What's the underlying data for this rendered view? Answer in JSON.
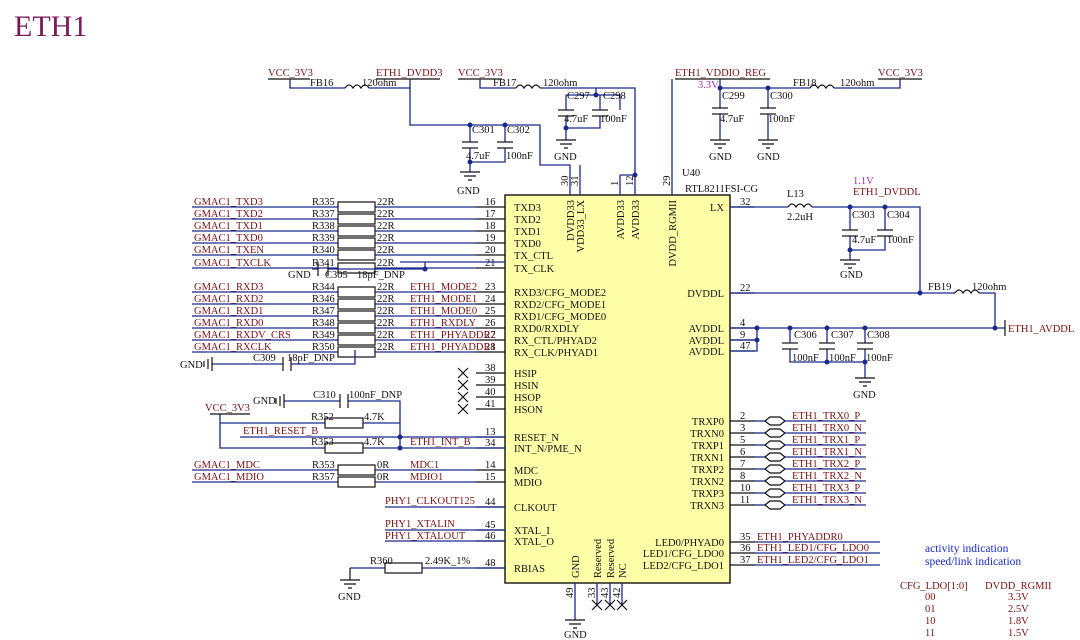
{
  "title": "ETH1",
  "chip": {
    "ref": "U40",
    "part": "RTL8211FSI-CG",
    "left_pins": [
      {
        "name": "TXD3",
        "num": "16"
      },
      {
        "name": "TXD2",
        "num": "17"
      },
      {
        "name": "TXD1",
        "num": "18"
      },
      {
        "name": "TXD0",
        "num": "19"
      },
      {
        "name": "TX_CTL",
        "num": "20"
      },
      {
        "name": "TX_CLK",
        "num": "21"
      },
      {
        "name": "RXD3/CFG_MODE2",
        "num": "23"
      },
      {
        "name": "RXD2/CFG_MODE1",
        "num": "24"
      },
      {
        "name": "RXD1/CFG_MODE0",
        "num": "25"
      },
      {
        "name": "RXD0/RXDLY",
        "num": "26"
      },
      {
        "name": "RX_CTL/PHYAD2",
        "num": "27"
      },
      {
        "name": "RX_CLK/PHYAD1",
        "num": "28"
      },
      {
        "name": "HSIP",
        "num": "38"
      },
      {
        "name": "HSIN",
        "num": "39"
      },
      {
        "name": "HSOP",
        "num": "40"
      },
      {
        "name": "HSON",
        "num": "41"
      },
      {
        "name": "RESET_N",
        "num": "13"
      },
      {
        "name": "INT_N/PME_N",
        "num": "34"
      },
      {
        "name": "MDC",
        "num": "14"
      },
      {
        "name": "MDIO",
        "num": "15"
      },
      {
        "name": "CLKOUT",
        "num": "44"
      },
      {
        "name": "XTAL_I",
        "num": "45"
      },
      {
        "name": "XTAL_O",
        "num": "46"
      },
      {
        "name": "RBIAS",
        "num": "48"
      }
    ],
    "top_pins": [
      {
        "name": "DVDD33",
        "num": "30"
      },
      {
        "name": "VDD33_LX",
        "num": "31"
      },
      {
        "name": "AVDD33",
        "num": "1"
      },
      {
        "name": "AVDD33",
        "num": "12"
      },
      {
        "name": "DVDD_RGMII",
        "num": "29"
      }
    ],
    "right_pins": [
      {
        "name": "LX",
        "num": "32"
      },
      {
        "name": "DVDDL",
        "num": "22"
      },
      {
        "name": "AVDDL",
        "num": "4"
      },
      {
        "name": "AVDDL",
        "num": "9"
      },
      {
        "name": "AVDDL",
        "num": "47"
      },
      {
        "name": "TRXP0",
        "num": "2"
      },
      {
        "name": "TRXN0",
        "num": "3"
      },
      {
        "name": "TRXP1",
        "num": "5"
      },
      {
        "name": "TRXN1",
        "num": "6"
      },
      {
        "name": "TRXP2",
        "num": "7"
      },
      {
        "name": "TRXN2",
        "num": "8"
      },
      {
        "name": "TRXP3",
        "num": "10"
      },
      {
        "name": "TRXN3",
        "num": "11"
      },
      {
        "name": "LED0/PHYAD0",
        "num": "35"
      },
      {
        "name": "LED1/CFG_LDO0",
        "num": "36"
      },
      {
        "name": "LED2/CFG_LDO1",
        "num": "37"
      }
    ],
    "bottom_pins": [
      {
        "name": "GND",
        "num": "49"
      },
      {
        "name": "Reserved",
        "num": "33"
      },
      {
        "name": "Reserved",
        "num": "43"
      },
      {
        "name": "NC",
        "num": "42"
      }
    ]
  },
  "tx_nets": [
    {
      "net": "GMAC1_TXD3",
      "res": "R335",
      "val": "22R"
    },
    {
      "net": "GMAC1_TXD2",
      "res": "R337",
      "val": "22R"
    },
    {
      "net": "GMAC1_TXD1",
      "res": "R338",
      "val": "22R"
    },
    {
      "net": "GMAC1_TXD0",
      "res": "R339",
      "val": "22R"
    },
    {
      "net": "GMAC1_TXEN",
      "res": "R340",
      "val": "22R"
    },
    {
      "net": "GMAC1_TXCLK",
      "res": "R341",
      "val": "22R"
    }
  ],
  "rx_nets": [
    {
      "net": "GMAC1_RXD3",
      "res": "R344",
      "val": "22R",
      "mid": "ETH1_MODE2"
    },
    {
      "net": "GMAC1_RXD2",
      "res": "R346",
      "val": "22R",
      "mid": "ETH1_MODE1"
    },
    {
      "net": "GMAC1_RXD1",
      "res": "R347",
      "val": "22R",
      "mid": "ETH1_MODE0"
    },
    {
      "net": "GMAC1_RXD0",
      "res": "R348",
      "val": "22R",
      "mid": "ETH1_RXDLY"
    },
    {
      "net": "GMAC1_RXDV_CRS",
      "res": "R349",
      "val": "22R",
      "mid": "ETH1_PHYADDR2"
    },
    {
      "net": "GMAC1_RXCLK",
      "res": "R350",
      "val": "22R",
      "mid": "ETH1_PHYADDR1"
    }
  ],
  "c305": {
    "gnd": "GND",
    "ref": "C305",
    "val": "18pF_DNP"
  },
  "c309": {
    "gnd": "GND",
    "ref": "C309",
    "val": "18pF_DNP"
  },
  "c310": {
    "gnd": "GND",
    "ref": "C310",
    "val": "100nF_DNP"
  },
  "reset": {
    "vcc": "VCC_3V3",
    "r1": "R352",
    "v1": "4.7K",
    "net1": "ETH1_RESET_B",
    "r2": "R353",
    "v2": "4.7K",
    "net2": "ETH1_INT_B"
  },
  "mdio": [
    {
      "net": "GMAC1_MDC",
      "res": "R353",
      "val": "0R",
      "mid": "MDC1"
    },
    {
      "net": "GMAC1_MDIO",
      "res": "R357",
      "val": "0R",
      "mid": "MDIO1"
    }
  ],
  "phy_nets": {
    "clkout": "PHY1_CLKOUT125",
    "xtalin": "PHY1_XTALIN",
    "xtalout": "PHY1_XTALOUT"
  },
  "rbias": {
    "res": "R360",
    "val": "2.49K_1%",
    "gnd": "GND"
  },
  "power_top": {
    "vcc1": "VCC_3V3",
    "fb16": "FB16",
    "fb16v": "120ohm",
    "dvdd3": "ETH1_DVDD3",
    "c301": "C301",
    "c301v": "4.7uF",
    "c302": "C302",
    "c302v": "100nF",
    "gnd1": "GND",
    "vcc2": "VCC_3V3",
    "fb17": "FB17",
    "fb17v": "120ohm",
    "c297": "C297",
    "c297v": "4.7uF",
    "c298": "C298",
    "c298v": "100nF",
    "gnd2": "GND",
    "vddio": "ETH1_VDDIO_REG",
    "v33": "3.3V",
    "fb18": "FB18",
    "fb18v": "120ohm",
    "vcc3": "VCC_3V3",
    "c299": "C299",
    "c299v": "4.7uF",
    "c300": "C300",
    "c300v": "100nF",
    "gnd3": "GND",
    "gnd4": "GND"
  },
  "power_right": {
    "v11": "1.1V",
    "dvddl": "ETH1_DVDDL",
    "l13": "L13",
    "l13v": "2.2uH",
    "c303": "C303",
    "c303v": "4.7uF",
    "c304": "C304",
    "c304v": "100nF",
    "gnd5": "GND",
    "fb19": "FB19",
    "fb19v": "120ohm",
    "avddl": "ETH1_AVDDL",
    "c306": "C306",
    "c306v": "100nF",
    "c307": "C307",
    "c307v": "100nF",
    "c308": "C308",
    "c308v": "100nF",
    "gnd6": "GND"
  },
  "trx_nets": [
    "ETH1_TRX0_P",
    "ETH1_TRX0_N",
    "ETH1_TRX1_P",
    "ETH1_TRX1_N",
    "ETH1_TRX2_P",
    "ETH1_TRX2_N",
    "ETH1_TRX3_P",
    "ETH1_TRX3_N"
  ],
  "led_nets": [
    "ETH1_PHYADDR0",
    "ETH1_LED1/CFG_LDO0",
    "ETH1_LED2/CFG_LDO1"
  ],
  "bottom_gnd": "GND",
  "notes": [
    "activity indication",
    "speed/link indication"
  ],
  "ldo_table": {
    "headers": [
      "CFG_LDO[1:0]",
      "DVDD_RGMII"
    ],
    "rows": [
      [
        "00",
        "3.3V"
      ],
      [
        "01",
        "2.5V"
      ],
      [
        "10",
        "1.8V"
      ],
      [
        "11",
        "1.5V"
      ]
    ]
  }
}
